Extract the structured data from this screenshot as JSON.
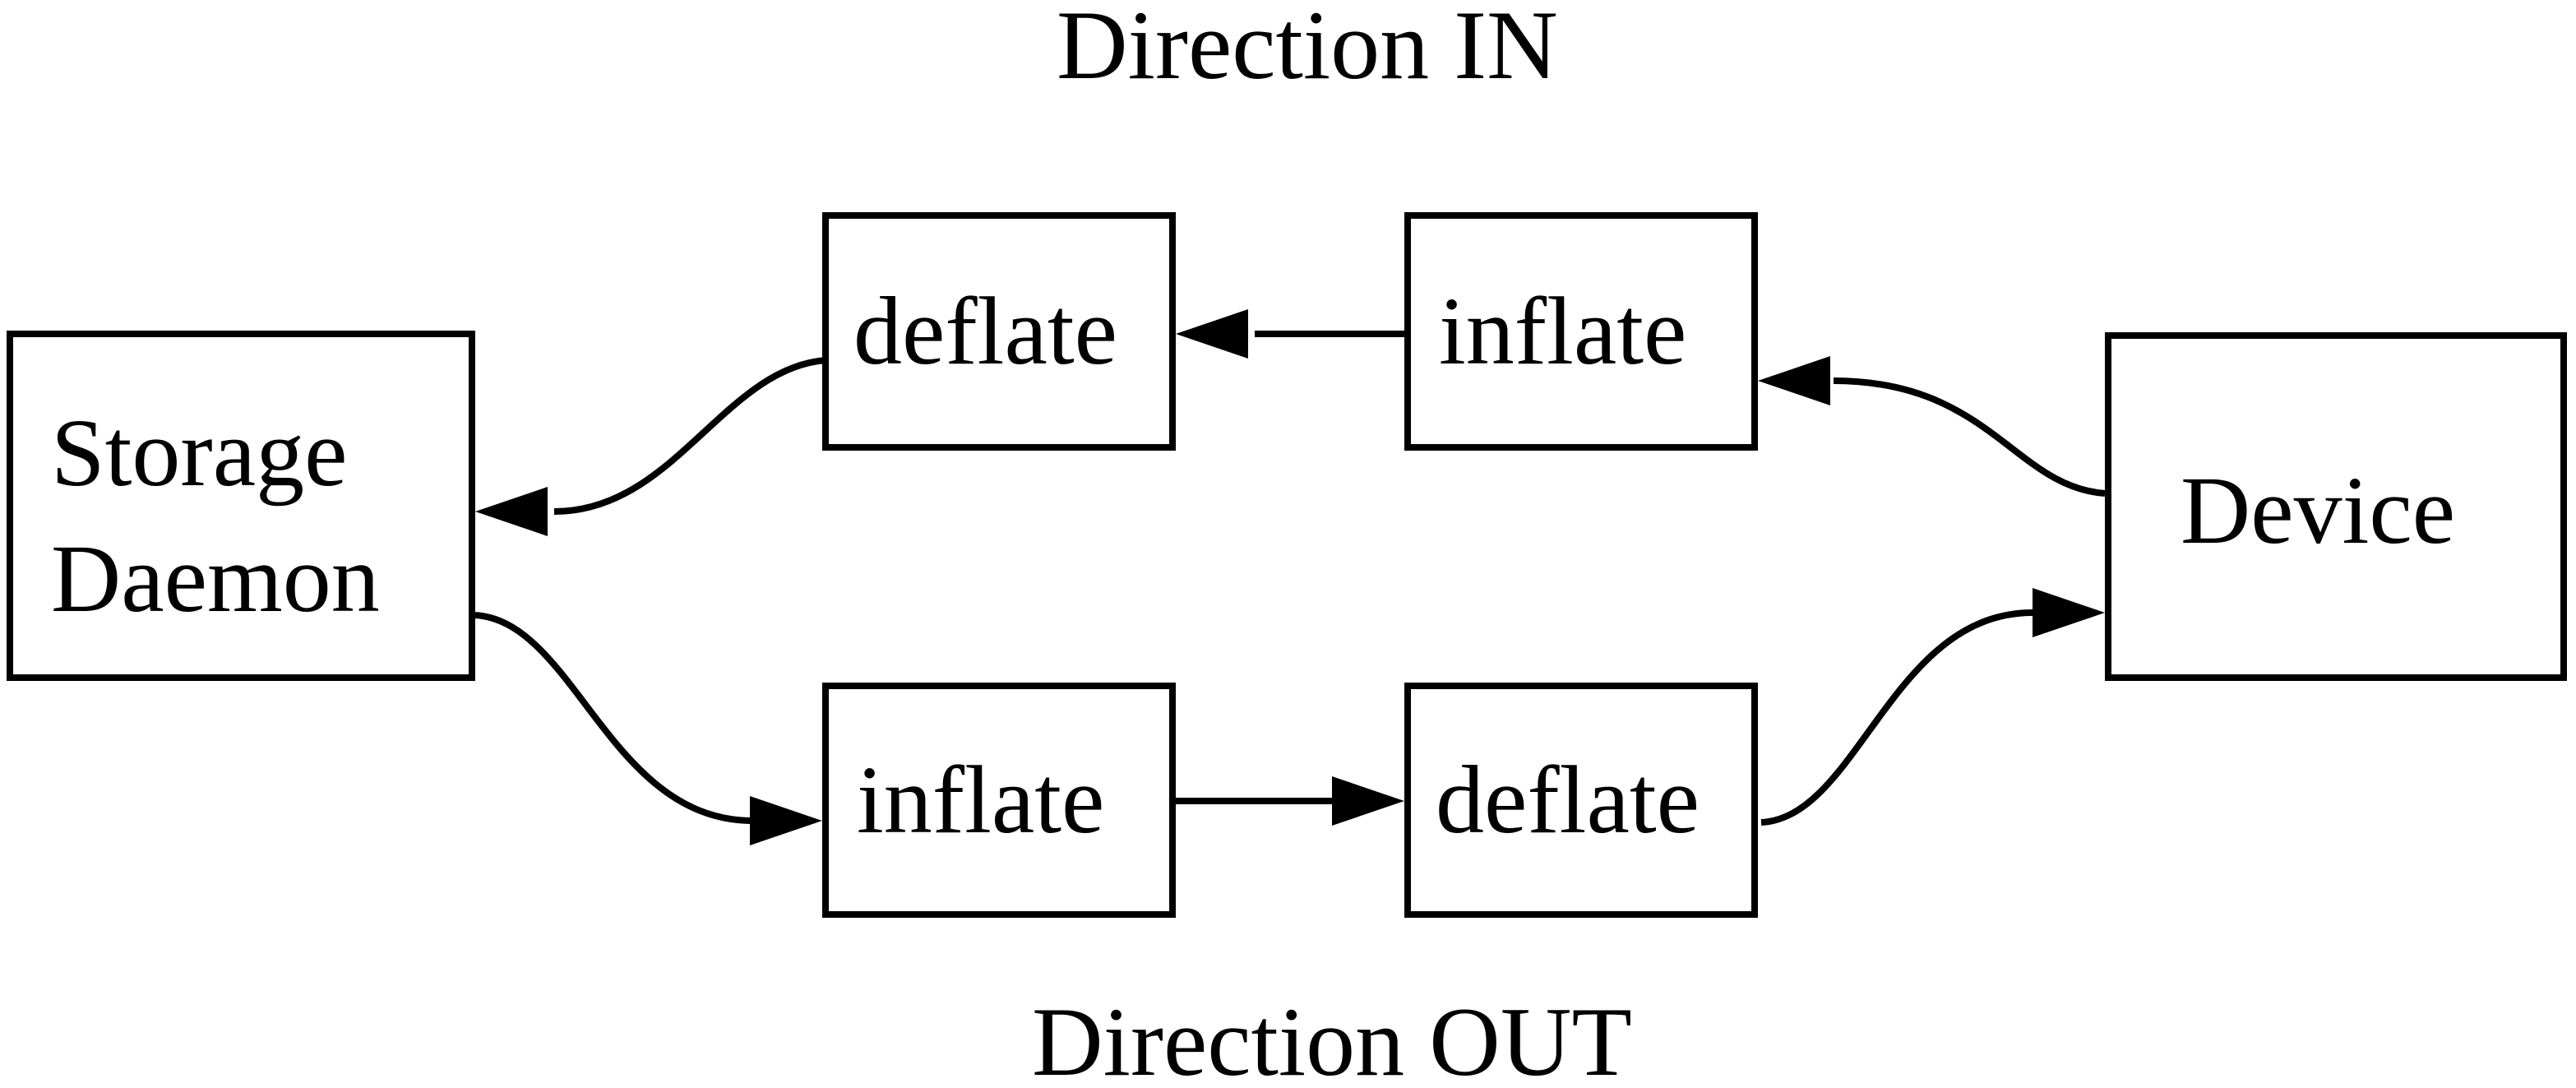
{
  "figure": {
    "background_color": "#ffffff",
    "line_color": "#000000"
  },
  "titles": {
    "in": "Direction IN",
    "out": "Direction OUT"
  },
  "nodes": {
    "storage_daemon": {
      "label": "Storage\nDaemon"
    },
    "deflate_top": {
      "label": "deflate"
    },
    "inflate_top": {
      "label": "inflate"
    },
    "inflate_bottom": {
      "label": "inflate"
    },
    "deflate_bottom": {
      "label": "deflate"
    },
    "device": {
      "label": "Device"
    }
  },
  "edges": [
    {
      "from": "device",
      "to": "inflate_top",
      "direction": "IN"
    },
    {
      "from": "inflate_top",
      "to": "deflate_top",
      "direction": "IN"
    },
    {
      "from": "deflate_top",
      "to": "storage_daemon",
      "direction": "IN"
    },
    {
      "from": "storage_daemon",
      "to": "inflate_bottom",
      "direction": "OUT"
    },
    {
      "from": "inflate_bottom",
      "to": "deflate_bottom",
      "direction": "OUT"
    },
    {
      "from": "deflate_bottom",
      "to": "device",
      "direction": "OUT"
    }
  ]
}
